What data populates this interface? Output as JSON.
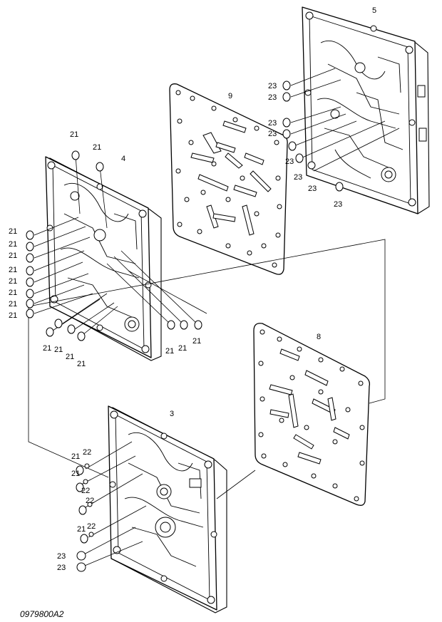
{
  "drawing_code": "0979800A2",
  "callouts": {
    "part_3": "3",
    "part_4": "4",
    "part_5": "5",
    "part_8": "8",
    "part_9": "9",
    "part_21": "21",
    "part_22": "22",
    "part_23": "23"
  },
  "colors": {
    "line": "#000000",
    "background": "#ffffff"
  }
}
